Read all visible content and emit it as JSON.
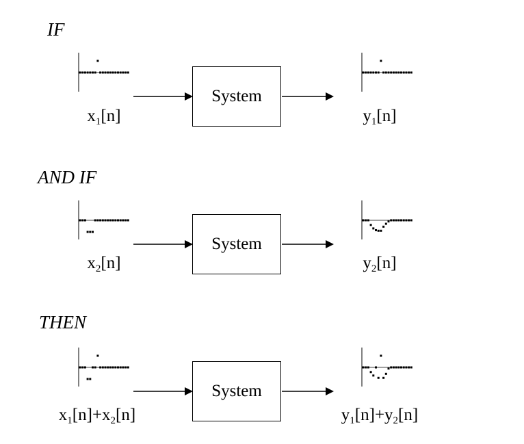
{
  "rows": [
    {
      "condition": "IF",
      "system_label": "System",
      "input": {
        "base": "x",
        "sub": "1",
        "tail": "[n]"
      },
      "output": {
        "base": "y",
        "sub": "1",
        "tail": "[n]"
      }
    },
    {
      "condition": "AND IF",
      "system_label": "System",
      "input": {
        "base": "x",
        "sub": "2",
        "tail": "[n]"
      },
      "output": {
        "base": "y",
        "sub": "2",
        "tail": "[n]"
      }
    },
    {
      "condition": "THEN",
      "system_label": "System",
      "input": {
        "base": "x",
        "sub": "1",
        "tail": "[n]",
        "op": "+",
        "base2": "x",
        "sub2": "2",
        "tail2": "[n]"
      },
      "output": {
        "base": "y",
        "sub": "1",
        "tail": "[n]",
        "op": "+",
        "base2": "y",
        "sub2": "2",
        "tail2": "[n]"
      }
    }
  ],
  "signals": {
    "x1": [
      0,
      0,
      0,
      0,
      0,
      0,
      0,
      1,
      0,
      0,
      0,
      0,
      0,
      0,
      0,
      0,
      0,
      0,
      0,
      0
    ],
    "y1": [
      0,
      0,
      0,
      0,
      0,
      0,
      0,
      1,
      0,
      0,
      0,
      0,
      0,
      0,
      0,
      0,
      0,
      0,
      0,
      0
    ],
    "x2": [
      0,
      0,
      0,
      -1,
      -1,
      -1,
      0,
      0,
      0,
      0,
      0,
      0,
      0,
      0,
      0,
      0,
      0,
      0,
      0,
      0
    ],
    "y2": [
      0,
      0,
      0,
      -0.4,
      -0.7,
      -0.85,
      -0.9,
      -0.9,
      -0.55,
      -0.3,
      -0.1,
      0,
      0,
      0,
      0,
      0,
      0,
      0,
      0,
      0
    ],
    "x1_plus_x2": [
      0,
      0,
      0,
      -1,
      -1,
      0,
      0,
      1,
      0,
      0,
      0,
      0,
      0,
      0,
      0,
      0,
      0,
      0,
      0,
      0
    ],
    "y1_plus_y2": [
      0,
      0,
      0,
      -0.4,
      -0.7,
      0,
      -0.9,
      1,
      -0.9,
      -0.55,
      -0.1,
      0,
      0,
      0,
      0,
      0,
      0,
      0,
      0,
      0
    ]
  }
}
